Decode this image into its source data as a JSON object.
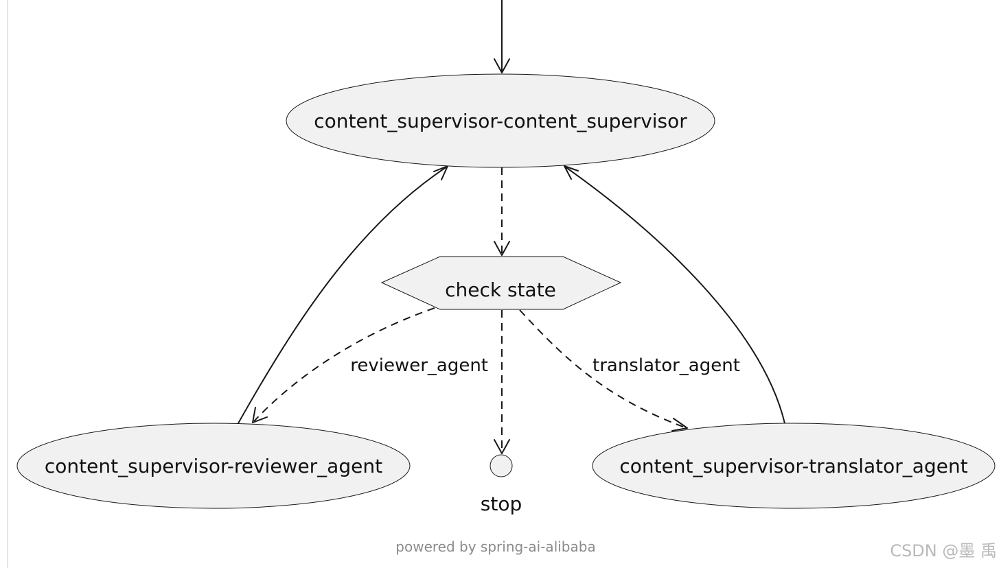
{
  "diagram": {
    "nodes": {
      "supervisor": "content_supervisor-content_supervisor",
      "check_state": "check state",
      "reviewer": "content_supervisor-reviewer_agent",
      "stop": "stop",
      "translator": "content_supervisor-translator_agent"
    },
    "edges": {
      "to_reviewer": "reviewer_agent",
      "to_translator": "translator_agent"
    }
  },
  "footer": {
    "powered_by": "powered by spring-ai-alibaba"
  },
  "watermark": {
    "text": "CSDN @墨 禹"
  }
}
